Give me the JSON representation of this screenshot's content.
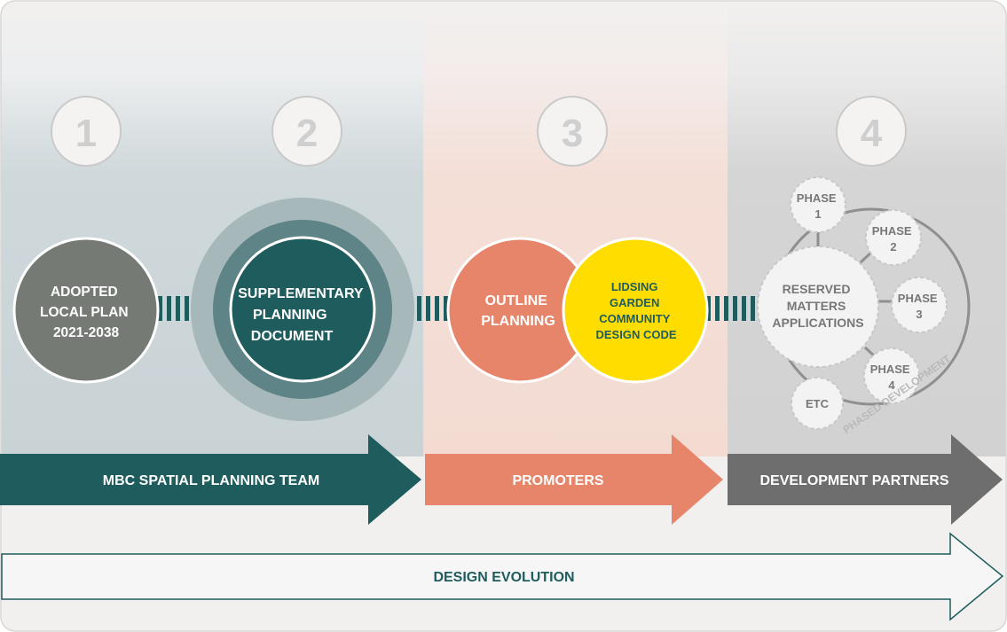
{
  "steps": [
    "1",
    "2",
    "3",
    "4"
  ],
  "stage1": {
    "lines": [
      "ADOPTED",
      "LOCAL PLAN",
      "2021-2038"
    ]
  },
  "stage2": {
    "lines": [
      "SUPPLEMENTARY",
      "PLANNING",
      "DOCUMENT"
    ]
  },
  "stage3": {
    "outline_lines": [
      "OUTLINE",
      "PLANNING"
    ],
    "code_lines": [
      "LIDSING",
      "GARDEN",
      "COMMUNITY",
      "DESIGN CODE"
    ]
  },
  "stage4": {
    "center_lines": [
      "RESERVED",
      "MATTERS",
      "APPLICATIONS"
    ],
    "phases": [
      {
        "lines": [
          "PHASE",
          "1"
        ]
      },
      {
        "lines": [
          "PHASE",
          "2"
        ]
      },
      {
        "lines": [
          "PHASE",
          "3"
        ]
      },
      {
        "lines": [
          "PHASE",
          "4"
        ]
      },
      {
        "lines": [
          "ETC"
        ]
      }
    ],
    "ring_label": "PHASED DEVELOPMENT"
  },
  "arrows": {
    "team": "MBC SPATIAL PLANNING TEAM",
    "promoters": "PROMOTERS",
    "partners": "DEVELOPMENT PARTNERS",
    "evolution": "DESIGN EVOLUTION"
  },
  "colors": {
    "teal_dark": "#1f5c5d",
    "teal_mid": "#5e8487",
    "teal_light": "#a7b8bb",
    "grey_circle": "#767a74",
    "salmon": "#e6856a",
    "yellow": "#ffdd00",
    "grey_arrow": "#6e6e6e",
    "bg_panel": "#f2f0ef"
  }
}
